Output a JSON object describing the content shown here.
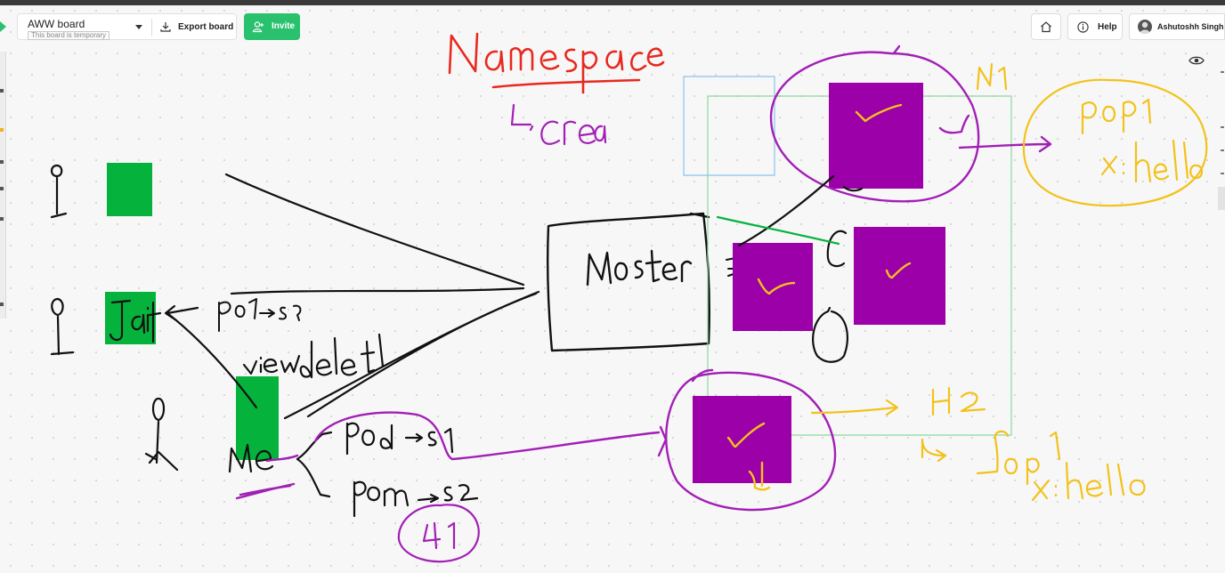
{
  "board": {
    "name": "AWW board",
    "temporary_note": "This board is temporary",
    "export_label": "Export board",
    "invite_label": "Invite"
  },
  "header_right": {
    "help_label": "Help",
    "user_name": "Ashutoshh Singh"
  },
  "icons": {
    "export": "download-icon",
    "invite": "add-user-icon",
    "home": "home-icon",
    "help": "info-icon",
    "visibility": "eye-icon"
  },
  "colors": {
    "invite_green": "#2ac16e",
    "ink_black": "#111111",
    "ink_red": "#e8291f",
    "ink_purple": "#a21fb6",
    "ink_yellow": "#f2c21b",
    "sticky_green": "#05b33c",
    "sticky_purple": "#9c00a8",
    "frame_blue": "#89c3ee",
    "frame_green": "#8cd99a"
  }
}
